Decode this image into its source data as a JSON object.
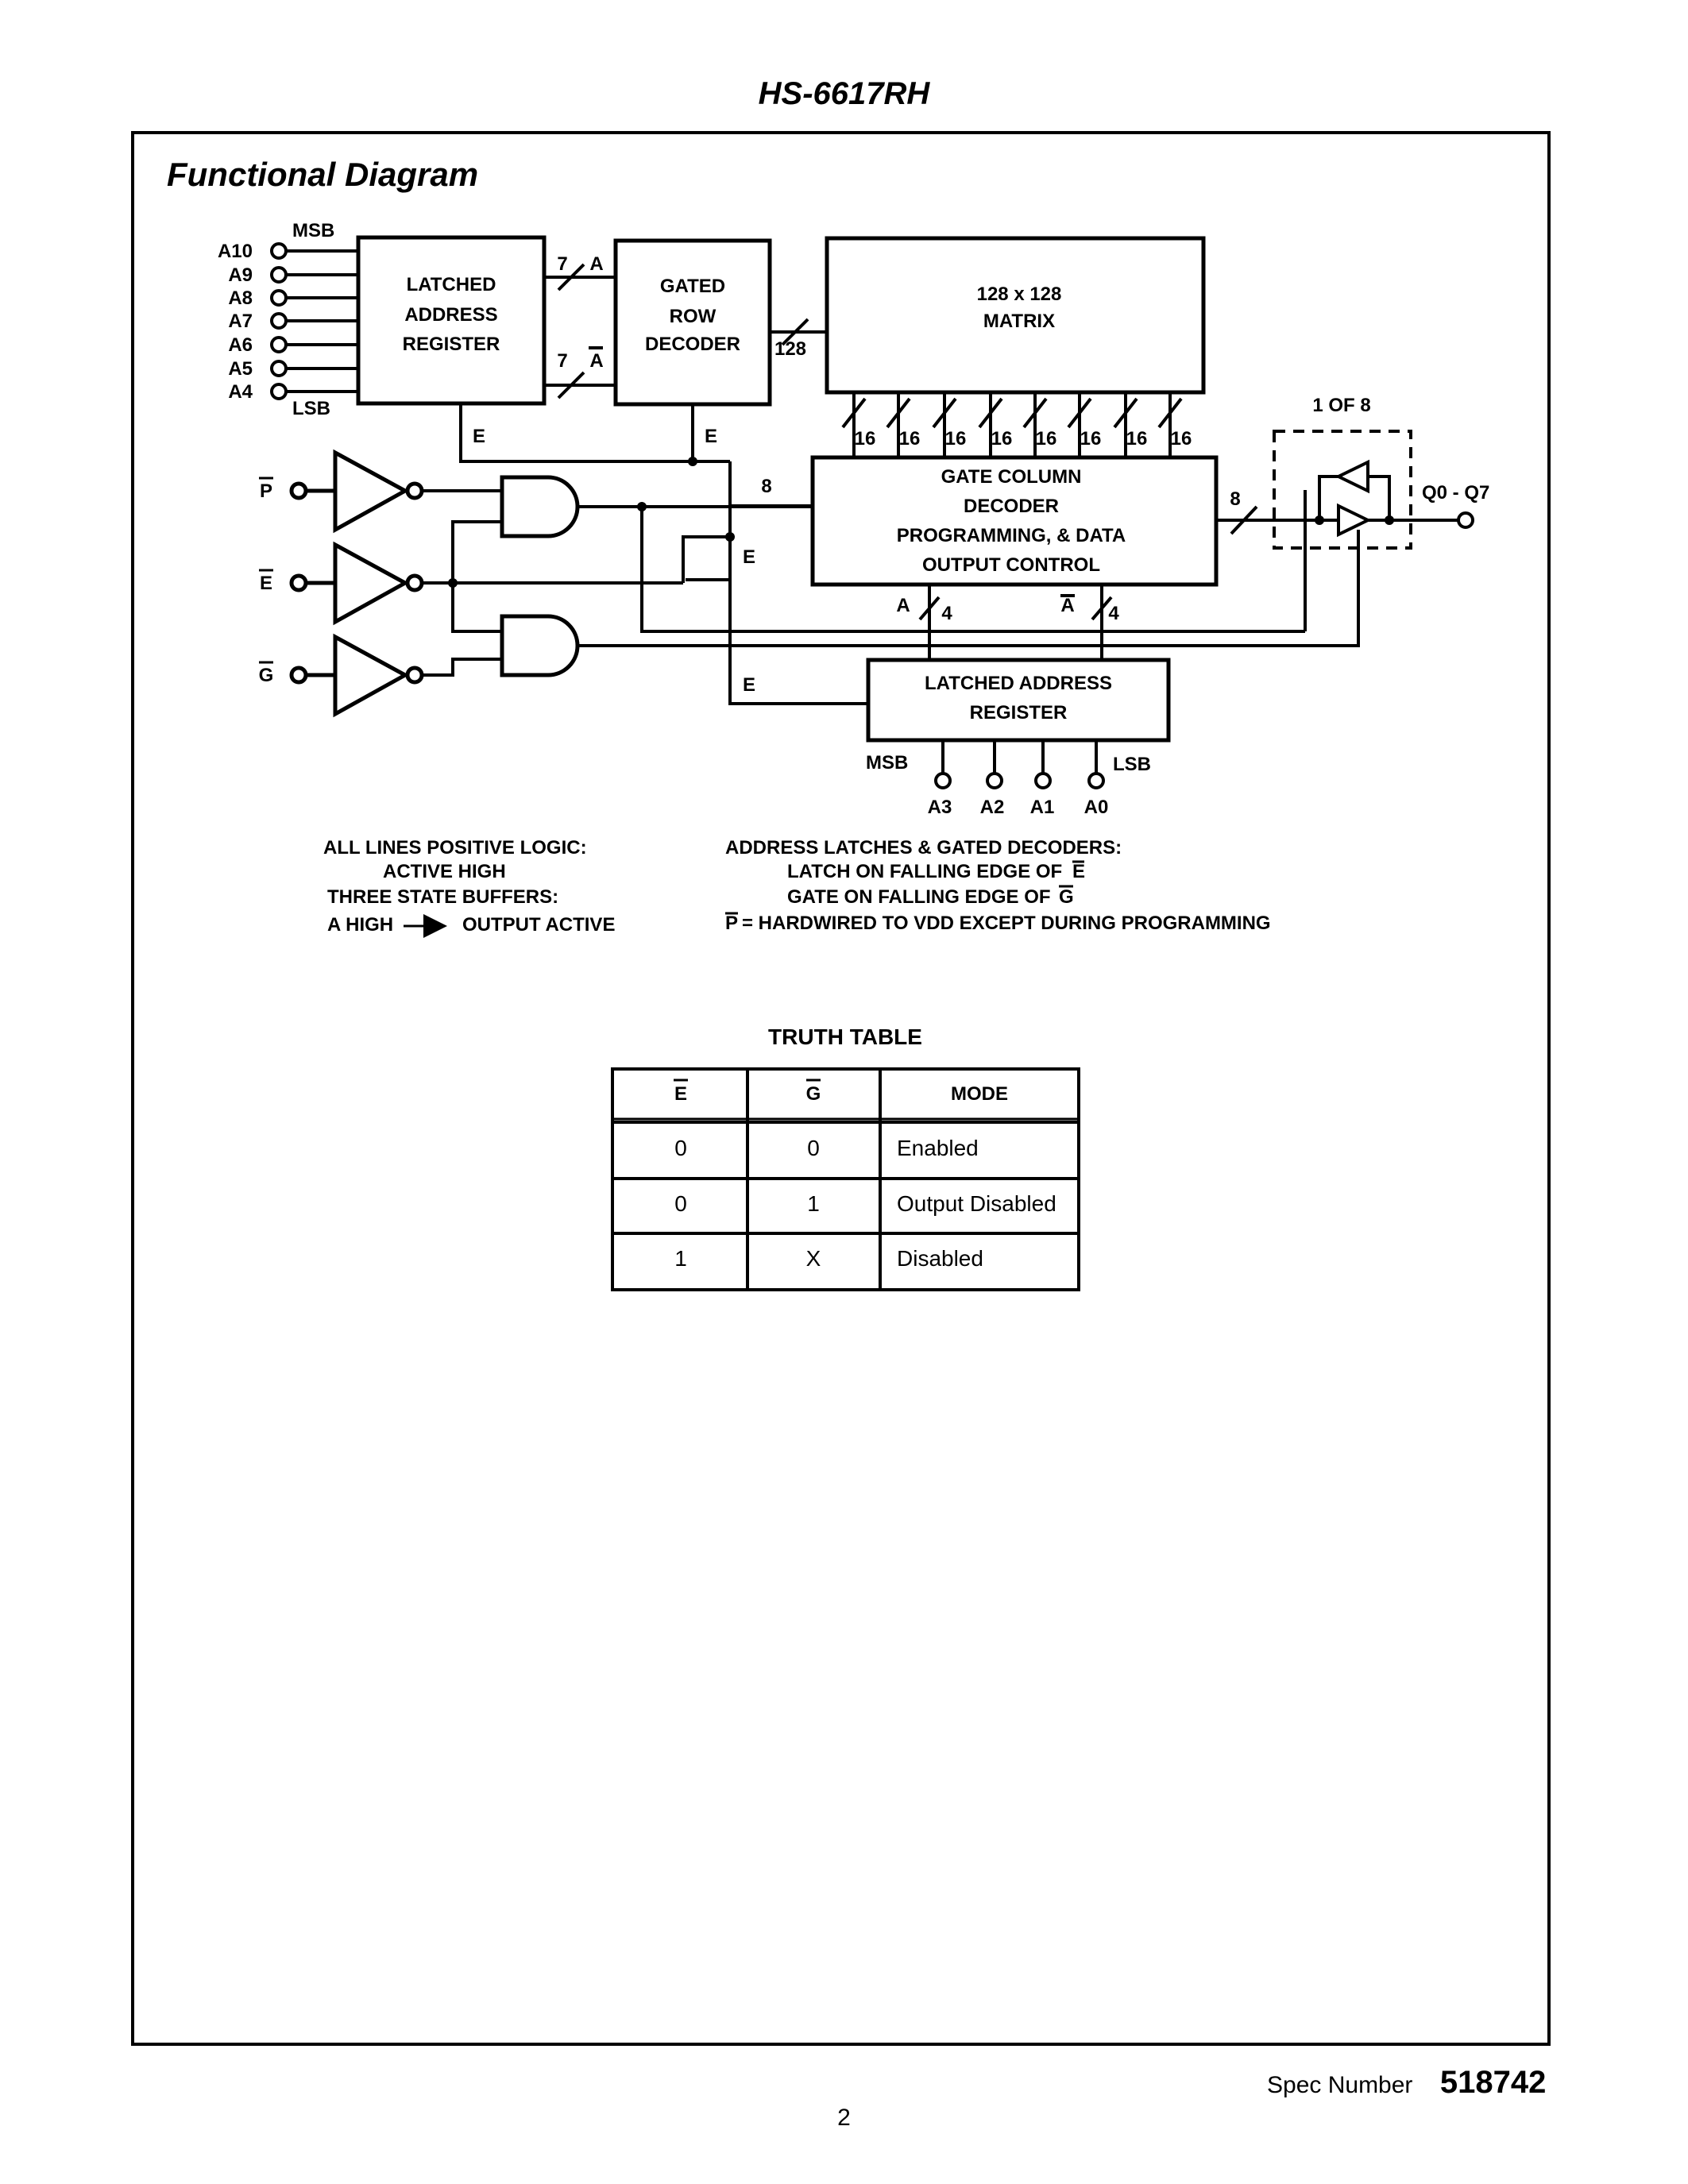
{
  "header": {
    "title": "HS-6617RH"
  },
  "diagram": {
    "section_title": "Functional Diagram",
    "labels": {
      "msb": "MSB",
      "lsb": "LSB",
      "latched": "LATCHED",
      "address": "ADDRESS",
      "register": "REGISTER",
      "gated": "GATED",
      "row": "ROW",
      "decoder": "DECODER",
      "matrix_size": "128 x 128",
      "matrix": "MATRIX",
      "bus_128": "128",
      "bus_7": "7",
      "bus_16": "16",
      "bus_8": "8",
      "bus_4": "4",
      "sig_a": "A",
      "sig_e": "E",
      "sig_p": "P",
      "sig_g": "G",
      "gcd_line1": "GATE COLUMN",
      "gcd_line2": "DECODER",
      "gcd_line3": "PROGRAMMING, & DATA",
      "gcd_line4": "OUTPUT CONTROL",
      "one_of_8": "1 OF 8",
      "outputs": "Q0 - Q7",
      "lar2_line1": "LATCHED ADDRESS",
      "lar2_line2": "REGISTER"
    },
    "row_address_pins": [
      "A10",
      "A9",
      "A8",
      "A7",
      "A6",
      "A5",
      "A4"
    ],
    "column_address_pins": [
      "A3",
      "A2",
      "A1",
      "A0"
    ],
    "notes_left": {
      "line1": "ALL LINES POSITIVE LOGIC:",
      "line2": "ACTIVE HIGH",
      "line3": "THREE STATE BUFFERS:",
      "line4a": "A HIGH",
      "line4b": "OUTPUT ACTIVE"
    },
    "notes_right": {
      "line1": "ADDRESS LATCHES & GATED DECODERS:",
      "line2": "LATCH ON FALLING EDGE OF",
      "line3": "GATE ON FALLING EDGE OF",
      "line4": "= HARDWIRED TO VDD EXCEPT DURING PROGRAMMING"
    }
  },
  "truth_table": {
    "title": "TRUTH TABLE",
    "headers": [
      "E",
      "G",
      "MODE"
    ],
    "rows": [
      [
        "0",
        "0",
        "Enabled"
      ],
      [
        "0",
        "1",
        "Output Disabled"
      ],
      [
        "1",
        "X",
        "Disabled"
      ]
    ]
  },
  "footer": {
    "spec_label": "Spec Number",
    "spec_number": "518742",
    "page_number": "2"
  }
}
